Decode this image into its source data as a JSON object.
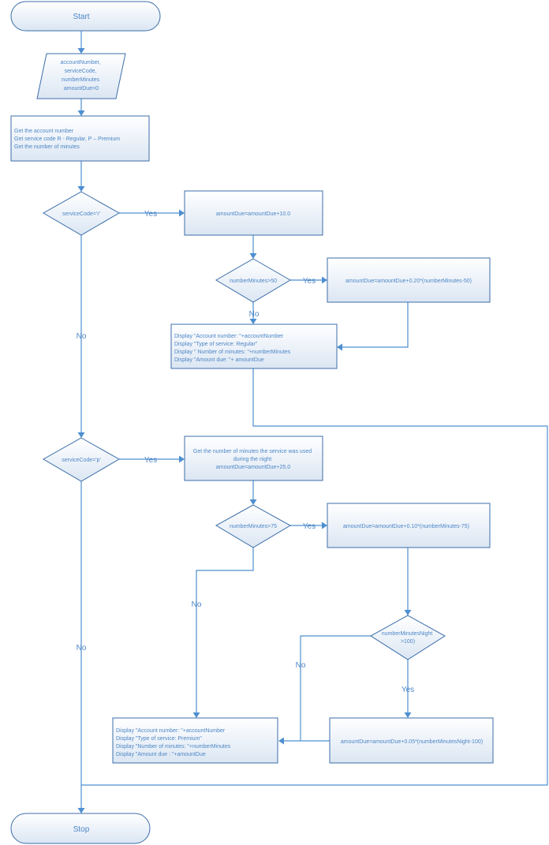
{
  "diagram": {
    "start_label": "Start",
    "stop_label": "Stop",
    "input_lines": [
      "accountNumber,",
      "serviceCode,",
      "numberMinutes",
      "amountDue=0"
    ],
    "get_lines": [
      "Get the account number",
      "Get service code R - Regular, P – Premium",
      "Get the number of minutes"
    ],
    "decision_r": "serviceCode='r'",
    "regular_base": "amountDue=amountDue+10.0",
    "decision_r_minutes": "numberMinutes>50",
    "regular_extra": "amountDue=amountDue+0.20*(numberMinutes-50)",
    "display_regular": [
      "Display \"Account number: \"+accountNumber",
      "Display \"Type of service: Regular\"",
      "Display \" Number of minutes: \"+numberMinutes",
      "Display \"Amount due: \"+ amountDue"
    ],
    "decision_p": "serviceCode='p'",
    "premium_base": [
      "Get the number of minutes the service was used",
      "during the night",
      "amountDue=amountDue+25.0"
    ],
    "decision_p_minutes": "numberMinutes>75",
    "premium_extra": "amountDue=amountDue+0.10*(numberMinutes-75)",
    "decision_night": [
      "numberMinutesNight",
      ">100)"
    ],
    "premium_night": "amountDue=amountDue+0.05*(numberMinutesNight-100)",
    "display_premium": [
      "Display \"Account number: \"+accountNumber",
      "Display \"Type of service: Premium\"",
      "Display \"Number of minutes: \"+numberMinutes",
      "Display \"Amount due : \"+amountDue"
    ],
    "yes_label": "Yes",
    "no_label": "No"
  },
  "colors": {
    "line": "#4d8fd0",
    "border": "#3c6ea8",
    "text": "#4d86c6",
    "fill_top": "#ffffff",
    "fill_bottom": "#dbe6f3"
  }
}
